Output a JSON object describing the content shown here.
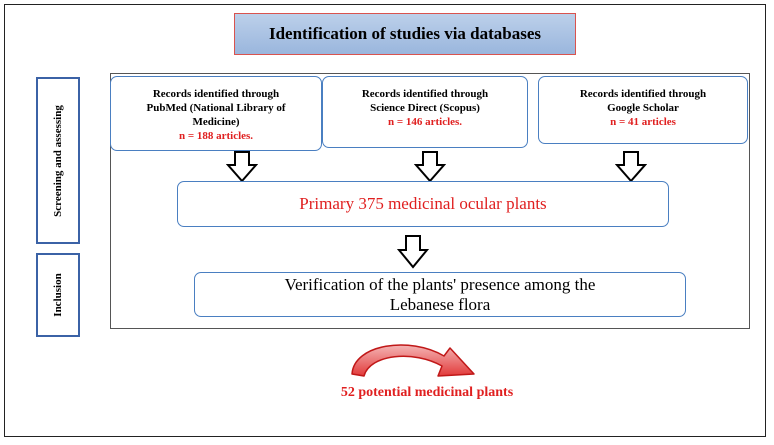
{
  "title": "Identification of studies via databases",
  "phases": {
    "screening": "Screening and assessing",
    "inclusion": "Inclusion"
  },
  "sources": [
    {
      "label_lines": [
        "Records identified through",
        "PubMed (National Library of",
        "Medicine)"
      ],
      "count": "n = 188 articles."
    },
    {
      "label_lines": [
        "Records identified through",
        "Science Direct (Scopus)"
      ],
      "count": "n = 146 articles."
    },
    {
      "label_lines": [
        "Records identified through",
        "Google Scholar"
      ],
      "count": "n = 41 articles"
    }
  ],
  "primary": "Primary 375 medicinal ocular plants",
  "verification_lines": [
    "Verification of the plants' presence among the",
    "Lebanese flora"
  ],
  "result": "52 potential medicinal plants",
  "colors": {
    "accent_red": "#e02020",
    "box_blue": "#4a7fc1",
    "title_fill": "#a9c1e3",
    "phase_blue": "#3b62a6"
  }
}
